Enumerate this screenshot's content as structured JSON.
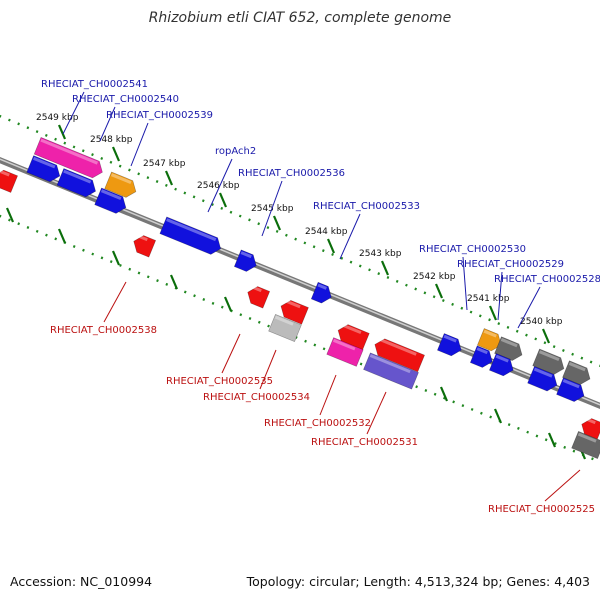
{
  "title": "Rhizobium etli CIAT 652, complete genome",
  "accession": "Accession: NC_010994",
  "topology": "Topology: circular; Length: 4,513,324 bp; Genes: 4,403",
  "colors": {
    "forward_gene": "#1111dd",
    "reverse_gene": "#ee1111",
    "pink_gene": "#ee22aa",
    "orange_gene": "#ee9911",
    "gray_gene": "#666666",
    "lightgray_gene": "#bbbbbb",
    "violet_gene": "#6655cc",
    "tick_dots": "#228822",
    "backbone": "#888888",
    "fwd_label": "#1a1aaa",
    "rev_label": "#bb1111"
  },
  "ticks": [
    "2549 kbp",
    "2548 kbp",
    "2547 kbp",
    "2546 kbp",
    "2545 kbp",
    "2544 kbp",
    "2543 kbp",
    "2542 kbp",
    "2541 kbp",
    "2540 kbp"
  ],
  "forward_labels": [
    "RHECIAT_CH0002541",
    "RHECIAT_CH0002540",
    "RHECIAT_CH0002539",
    "ropAch2",
    "RHECIAT_CH0002536",
    "RHECIAT_CH0002533",
    "RHECIAT_CH0002530",
    "RHECIAT_CH0002529",
    "RHECIAT_CH0002528"
  ],
  "reverse_labels": [
    "RHECIAT_CH0002538",
    "RHECIAT_CH0002535",
    "RHECIAT_CH0002534",
    "RHECIAT_CH0002532",
    "RHECIAT_CH0002531",
    "RHECIAT_CH0002525"
  ]
}
